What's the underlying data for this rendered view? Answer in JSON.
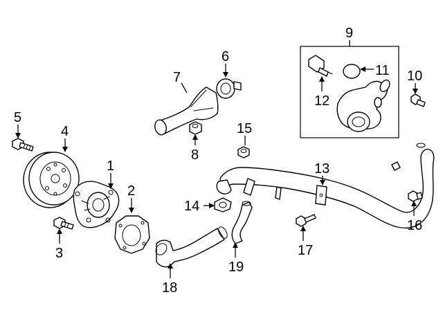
{
  "callouts": {
    "c1": "1",
    "c2": "2",
    "c3": "3",
    "c4": "4",
    "c5": "5",
    "c6": "6",
    "c7": "7",
    "c8": "8",
    "c9": "9",
    "c10": "10",
    "c11": "11",
    "c12": "12",
    "c13": "13",
    "c14": "14",
    "c15": "15",
    "c16": "16",
    "c17": "17",
    "c18": "18",
    "c19": "19"
  },
  "parts": [
    {
      "callout": "1",
      "icon": "water-pump-icon"
    },
    {
      "callout": "2",
      "icon": "gasket-icon"
    },
    {
      "callout": "3",
      "icon": "bolt-icon"
    },
    {
      "callout": "4",
      "icon": "pulley-icon"
    },
    {
      "callout": "5",
      "icon": "bolt-icon"
    },
    {
      "callout": "6",
      "icon": "thermostat-icon"
    },
    {
      "callout": "7",
      "icon": "outlet-housing-icon"
    },
    {
      "callout": "8",
      "icon": "nut-icon"
    },
    {
      "callout": "9",
      "icon": "thermostat-housing-assembly-icon"
    },
    {
      "callout": "10",
      "icon": "bolt-icon"
    },
    {
      "callout": "11",
      "icon": "o-ring-icon"
    },
    {
      "callout": "12",
      "icon": "temperature-sensor-icon"
    },
    {
      "callout": "13",
      "icon": "coolant-pipe-icon"
    },
    {
      "callout": "14",
      "icon": "gasket-icon"
    },
    {
      "callout": "15",
      "icon": "nut-icon"
    },
    {
      "callout": "16",
      "icon": "bolt-icon"
    },
    {
      "callout": "17",
      "icon": "bolt-icon"
    },
    {
      "callout": "18",
      "icon": "hose-icon"
    },
    {
      "callout": "19",
      "icon": "hose-icon"
    }
  ]
}
